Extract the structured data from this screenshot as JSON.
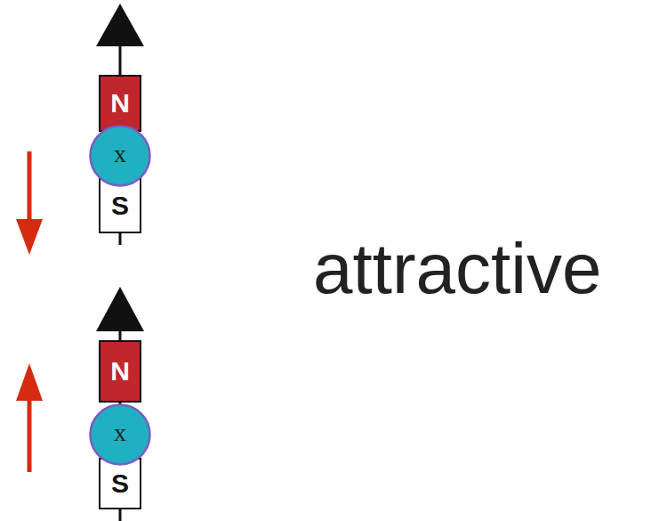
{
  "diagram": {
    "nodes": [
      {
        "text": [
          "N"
        ]
      },
      {
        "text": [
          "x"
        ]
      },
      {
        "text": [
          "S"
        ]
      },
      {
        "text": [
          "N"
        ]
      },
      {
        "text": [
          "x"
        ]
      },
      {
        "text": [
          "S"
        ]
      }
    ],
    "labels": [
      "attractive"
    ]
  }
}
